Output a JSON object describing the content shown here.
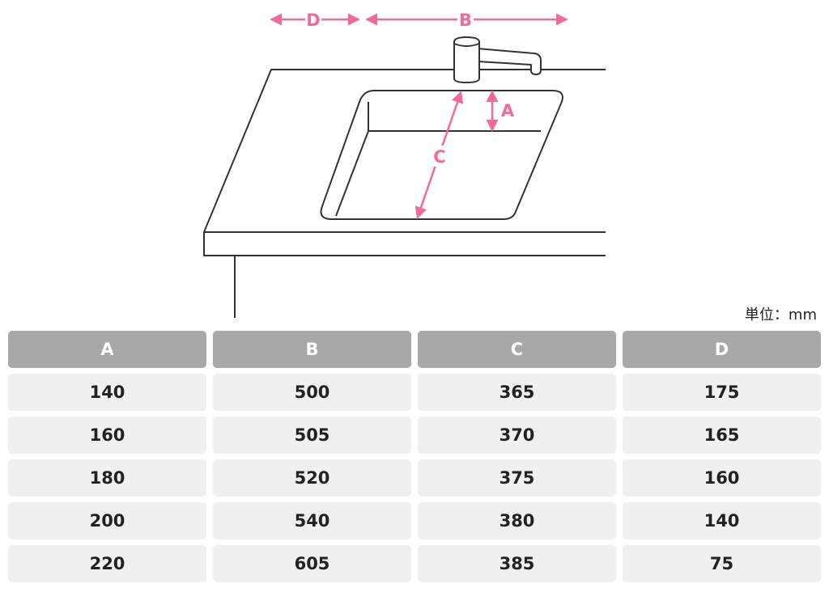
{
  "diagram": {
    "labels": {
      "a": "A",
      "b": "B",
      "c": "C",
      "d": "D"
    },
    "colors": {
      "line": "#333333",
      "dimension": "#f06a9c"
    }
  },
  "unit_note": "単位：mm",
  "table": {
    "headers": [
      "A",
      "B",
      "C",
      "D"
    ],
    "rows": [
      [
        "140",
        "500",
        "365",
        "175"
      ],
      [
        "160",
        "505",
        "370",
        "165"
      ],
      [
        "180",
        "520",
        "375",
        "160"
      ],
      [
        "200",
        "540",
        "380",
        "140"
      ],
      [
        "220",
        "605",
        "385",
        "75"
      ]
    ]
  }
}
